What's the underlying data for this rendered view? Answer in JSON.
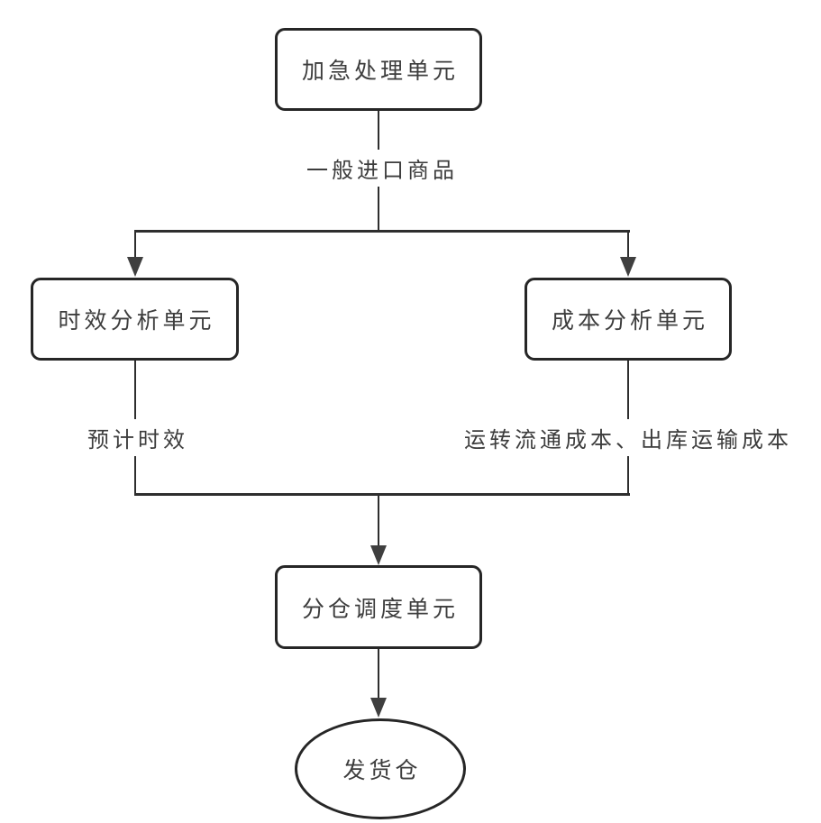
{
  "diagram": {
    "title_hint": "warehouse dispatch flowchart",
    "nodes": {
      "expedite": {
        "label": "加急处理单元",
        "shape": "rounded-rect"
      },
      "timeliness": {
        "label": "时效分析单元",
        "shape": "rounded-rect"
      },
      "cost": {
        "label": "成本分析单元",
        "shape": "rounded-rect"
      },
      "dispatch": {
        "label": "分仓调度单元",
        "shape": "rounded-rect"
      },
      "warehouse": {
        "label": "发货仓",
        "shape": "ellipse"
      }
    },
    "edge_labels": {
      "general_goods": "一般进口商品",
      "estimated_time": "预计时效",
      "costs": "运转流通成本、出库运输成本"
    },
    "edges": [
      {
        "from": "expedite",
        "to": "timeliness",
        "label": "一般进口商品"
      },
      {
        "from": "expedite",
        "to": "cost",
        "label": "一般进口商品"
      },
      {
        "from": "timeliness",
        "to": "dispatch",
        "label": "预计时效"
      },
      {
        "from": "cost",
        "to": "dispatch",
        "label": "运转流通成本、出库运输成本"
      },
      {
        "from": "dispatch",
        "to": "warehouse",
        "label": ""
      }
    ],
    "colors": {
      "line": "#2e2e2e",
      "border": "#262626",
      "text": "#3d3d3d",
      "background": "#ffffff"
    }
  }
}
